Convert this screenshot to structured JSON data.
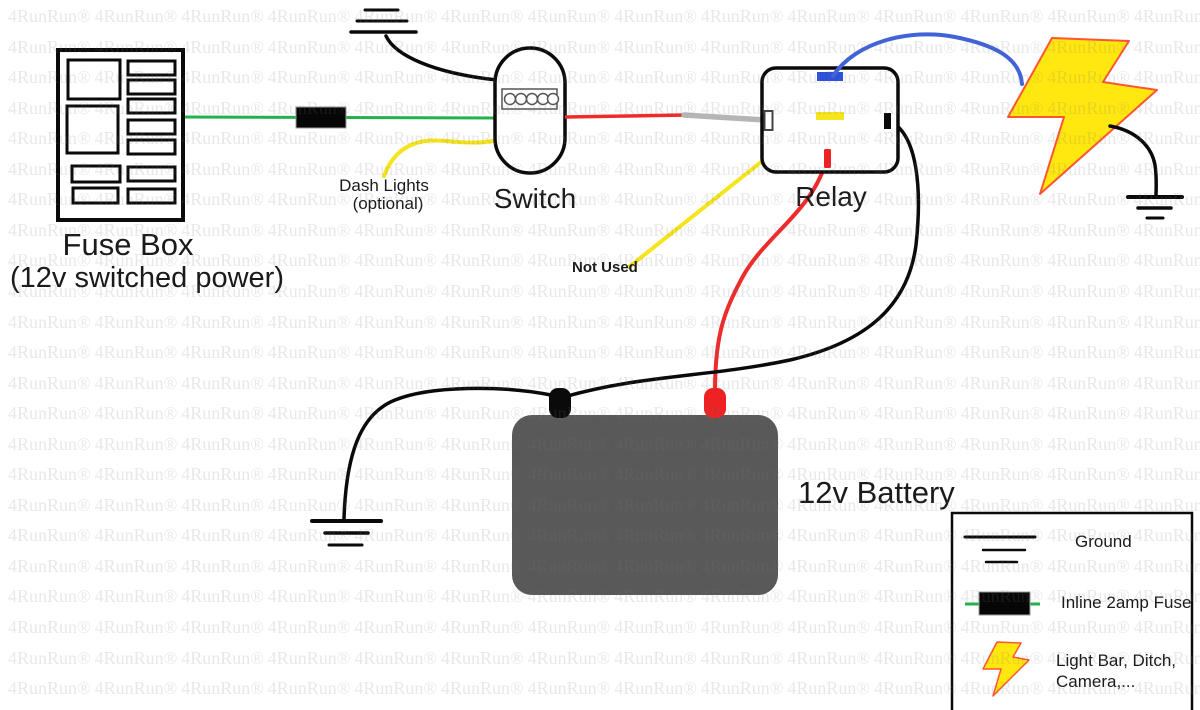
{
  "watermark": {
    "text": "4RunRun®"
  },
  "diagram": {
    "fuse_box": {
      "label_line1": "Fuse Box",
      "label_line2": "(12v switched power)"
    },
    "switch": {
      "label": "Switch"
    },
    "dash_lights": {
      "label_line1": "Dash Lights",
      "label_line2": "(optional)"
    },
    "not_used": {
      "label": "Not Used"
    },
    "relay": {
      "label": "Relay"
    },
    "battery": {
      "label": "12v Battery"
    },
    "colors": {
      "wire_green": "#22b14c",
      "wire_red": "#ee2b2b",
      "wire_yellow": "#f6e41c",
      "wire_blue": "#4263d8",
      "wire_black": "#111111",
      "wire_gray": "#b5b5b5",
      "battery_gray": "#595959",
      "bolt_fill": "#ffe70f",
      "bolt_stroke": "#ff5533",
      "terminal_blue": "#2b50dd",
      "terminal_red": "#ee2222",
      "terminal_yellow": "#f6e41c"
    }
  },
  "legend": {
    "items": [
      {
        "icon": "ground-icon",
        "label": "Ground"
      },
      {
        "icon": "inline-fuse-icon",
        "label": "Inline 2amp Fuse"
      },
      {
        "icon": "lightning-bolt-icon",
        "label_line1": "Light Bar, Ditch,",
        "label_line2": "Camera,..."
      }
    ]
  }
}
